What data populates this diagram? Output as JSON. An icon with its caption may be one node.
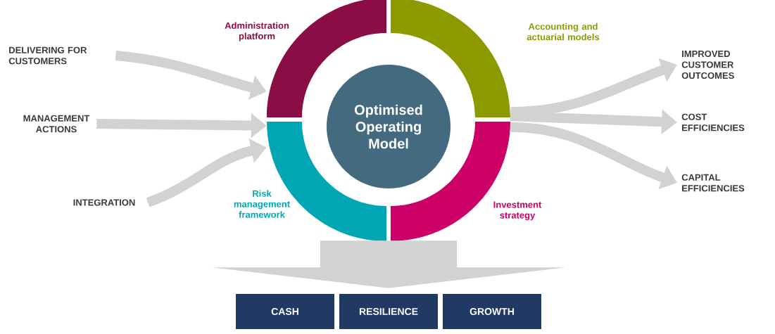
{
  "diagram": {
    "nodes": [
      {
        "text": [
          "Optimised Operating Model"
        ]
      },
      {
        "text": [],
        "shape": "arc",
        "beside": [
          "Administration platform"
        ]
      },
      {
        "text": [],
        "shape": "arc",
        "beside": [
          "Accounting and actuarial models"
        ]
      },
      {
        "text": [],
        "shape": "arc",
        "beside": [
          "Risk management framework"
        ]
      },
      {
        "text": [],
        "shape": "arc",
        "beside": [
          "Investment strategy"
        ]
      },
      {
        "text": [
          "DELIVERING FOR CUSTOMERS"
        ]
      },
      {
        "text": [
          "MANAGEMENT ACTIONS"
        ]
      },
      {
        "text": [
          "INTEGRATION"
        ]
      },
      {
        "text": [
          "IMPROVED CUSTOMER OUTCOMES"
        ]
      },
      {
        "text": [
          "COST EFFICIENCIES"
        ]
      },
      {
        "text": [
          "CAPITAL EFFICIENCIES"
        ]
      },
      {
        "text": [
          "CASH"
        ]
      },
      {
        "text": [
          "RESILIENCE"
        ]
      },
      {
        "text": [
          "GROWTH"
        ]
      }
    ],
    "edges": [
      {
        "from": 5,
        "to": 1,
        "arrow": "to"
      },
      {
        "from": 6,
        "to": 3,
        "arrow": "to"
      },
      {
        "from": 7,
        "to": 3,
        "arrow": "to"
      },
      {
        "from": 2,
        "to": 8,
        "arrow": "to"
      },
      {
        "from": 2,
        "to": 9,
        "arrow": "to"
      },
      {
        "from": 4,
        "to": 10,
        "arrow": "to"
      },
      {
        "from": 0,
        "to": 12,
        "arrow": "to"
      }
    ]
  }
}
